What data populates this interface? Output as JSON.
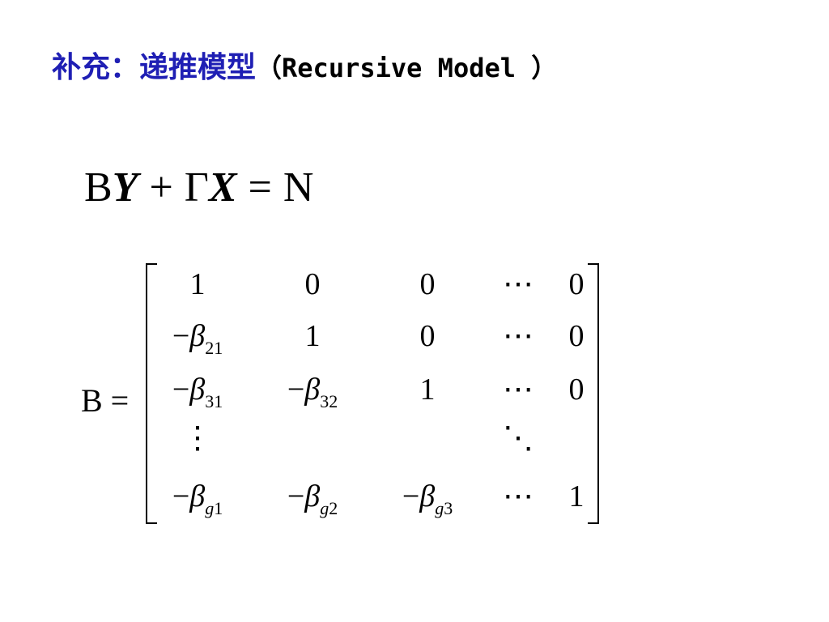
{
  "slide": {
    "title_cn": "补充：递推模型",
    "title_en": "（Recursive Model ）",
    "equation": {
      "b": "B",
      "y": "Y",
      "plus": "+",
      "gamma": "Γ",
      "x": "X",
      "equals": "=",
      "n": "N"
    },
    "matrix_label": "B =",
    "matrix": {
      "r0": [
        "1",
        "0",
        "0",
        "⋯",
        "0"
      ],
      "r1": {
        "c0_minus": "−",
        "c0_beta": "β",
        "c0_sub": "21",
        "c1": "1",
        "c2": "0",
        "c3": "⋯",
        "c4": "0"
      },
      "r2": {
        "c0_minus": "−",
        "c0_beta": "β",
        "c0_sub": "31",
        "c1_minus": "−",
        "c1_beta": "β",
        "c1_sub": "32",
        "c2": "1",
        "c3": "⋯",
        "c4": "0"
      },
      "r3": {
        "c0": "⋮",
        "c3": "⋱"
      },
      "r4": {
        "c0_minus": "−",
        "c0_beta": "β",
        "c0_sub_g": "g",
        "c0_sub_n": "1",
        "c1_minus": "−",
        "c1_beta": "β",
        "c1_sub_g": "g",
        "c1_sub_n": "2",
        "c2_minus": "−",
        "c2_beta": "β",
        "c2_sub_g": "g",
        "c2_sub_n": "3",
        "c3": "⋯",
        "c4": "1"
      }
    }
  }
}
